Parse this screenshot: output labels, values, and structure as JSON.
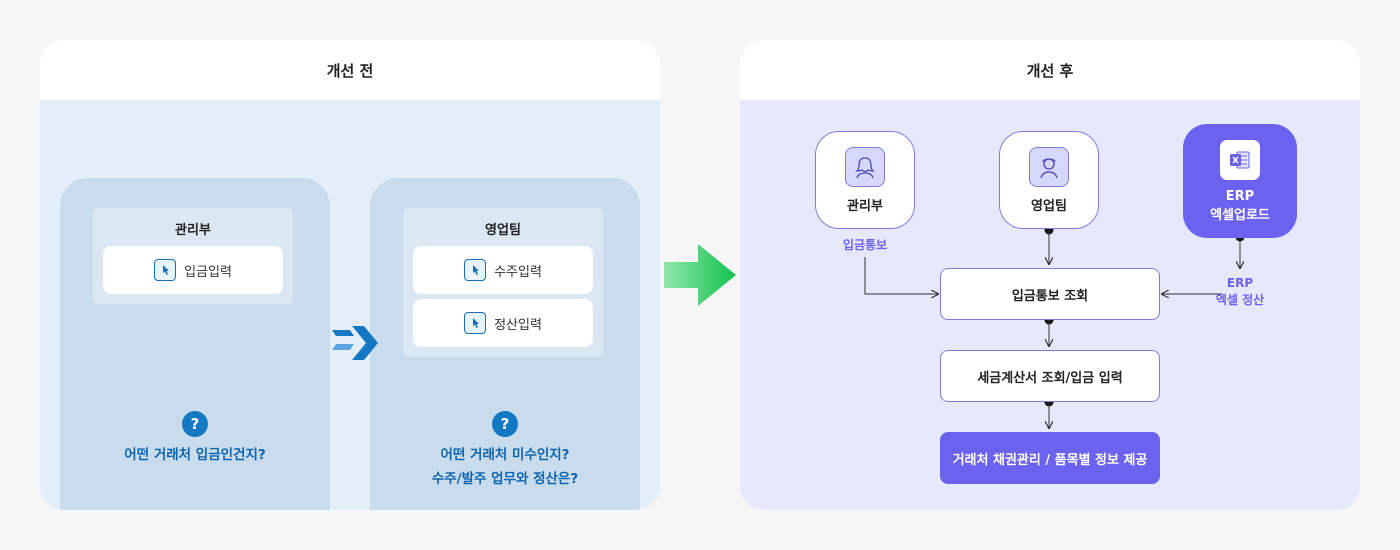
{
  "before": {
    "title": "개선 전",
    "dept1": {
      "title": "관리부",
      "tasks": [
        "입금입력"
      ],
      "question": [
        "어떤 거래처 입금인건지?"
      ]
    },
    "dept2": {
      "title": "영업팀",
      "tasks": [
        "수주입력",
        "정산입력"
      ],
      "question": [
        "어떤 거래처 미수인지?",
        "수주/발주 업무와 정산은?"
      ]
    },
    "question_mark": "?"
  },
  "after": {
    "title": "개선 후",
    "nodes": {
      "admin": "관리부",
      "sales": "영업팀",
      "erp_line1": "ERP",
      "erp_line2": "엑셀업로드"
    },
    "labels": {
      "admin_flow": "입금통보",
      "erp_flow_line1": "ERP",
      "erp_flow_line2": "엑셀 정산"
    },
    "steps": {
      "step1": "입금통보 조회",
      "step2": "세금계산서 조회/입금 입력",
      "step3": "거래처 채권관리 / 품목별 정보 제공"
    }
  },
  "colors": {
    "accent_purple": "#6b63f0",
    "accent_blue": "#1478c2",
    "arrow_green": "#1fc95a"
  },
  "icons": {
    "task": "pointer-click-icon",
    "question": "question-circle-icon",
    "admin": "female-user-icon",
    "sales": "male-user-icon",
    "erp": "excel-icon"
  }
}
